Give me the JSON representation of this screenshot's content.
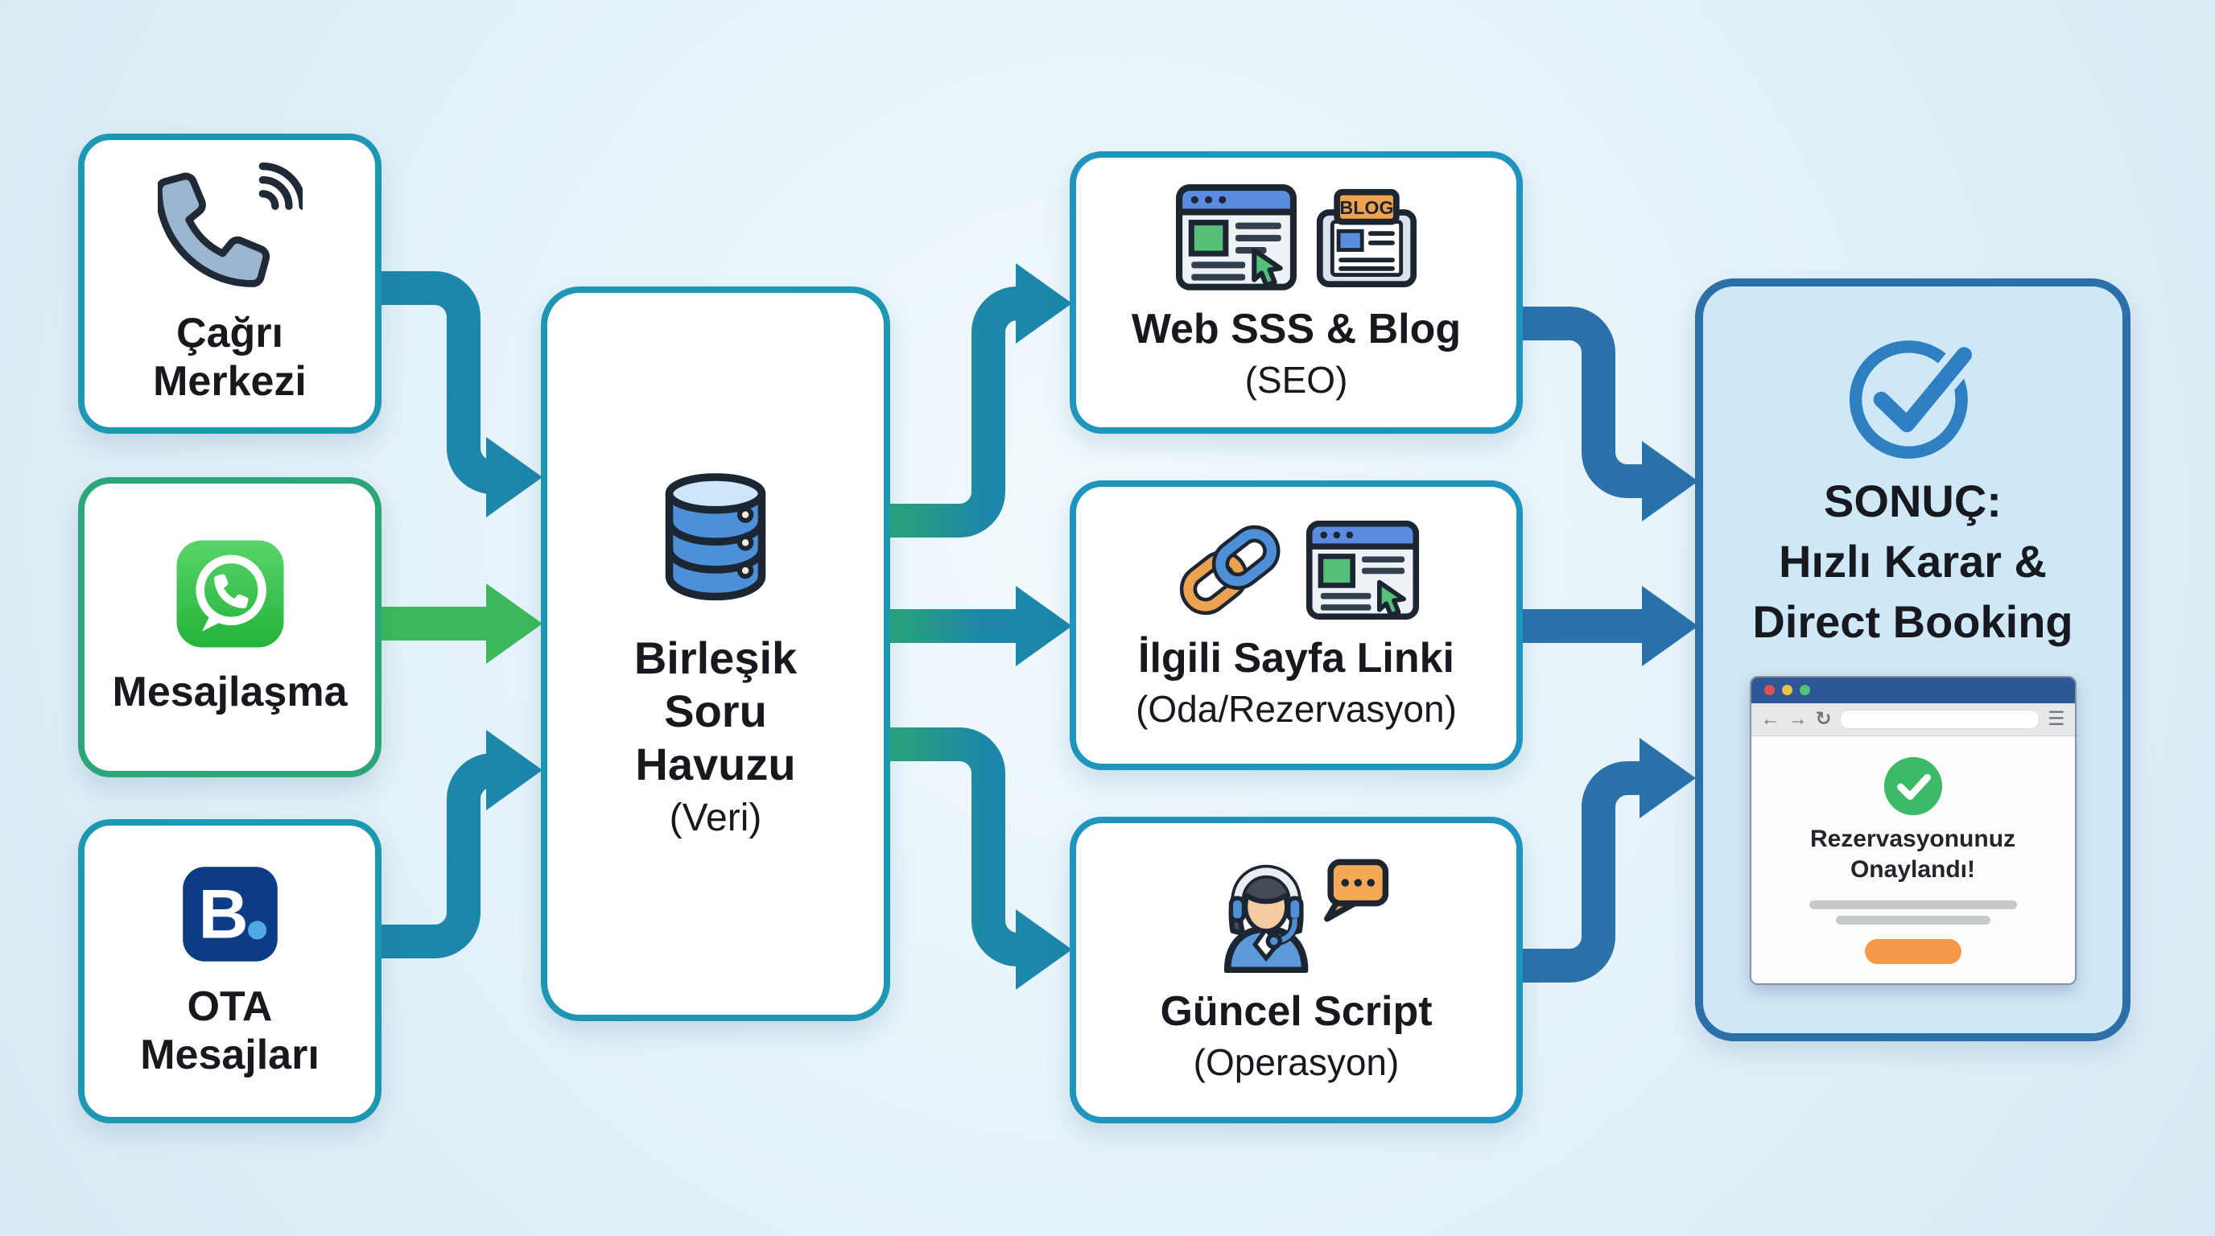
{
  "colors": {
    "background": "#e6f3fa",
    "teal_border": "#1d97b2",
    "green_border": "#2ca678",
    "output_border": "#1f94be",
    "result_border": "#2d70a9",
    "result_fill": "#cfe8f7",
    "arrow_teal": "#1c87a9",
    "arrow_green": "#3cb95e",
    "arrow_blue": "#2b72ab",
    "accent_orange": "#f2994a",
    "success_green": "#3cb966"
  },
  "sources": [
    {
      "id": "call-center",
      "label": "Çağrı\nMerkezi"
    },
    {
      "id": "messaging",
      "label": "Mesajlaşma"
    },
    {
      "id": "ota",
      "label": "OTA\nMesajları",
      "icon_letter": "B"
    }
  ],
  "hub": {
    "title": "Birleşik\nSoru\nHavuzu",
    "subtitle": "(Veri)"
  },
  "outputs": [
    {
      "id": "web-faq-blog",
      "title": "Web SSS & Blog",
      "subtitle": "(SEO)",
      "blog_label": "BLOG"
    },
    {
      "id": "page-link",
      "title": "İlgili Sayfa Linki",
      "subtitle": "(Oda/Rezervasyon)"
    },
    {
      "id": "script",
      "title": "Güncel Script",
      "subtitle": "(Operasyon)"
    }
  ],
  "result": {
    "title": "SONUÇ:\nHızlı Karar &\nDirect Booking",
    "browser": {
      "message": "Rezervasyonunuz\nOnaylandı!",
      "back_icon": "←",
      "forward_icon": "→",
      "reload_icon": "↻",
      "menu_icon": "☰"
    }
  }
}
